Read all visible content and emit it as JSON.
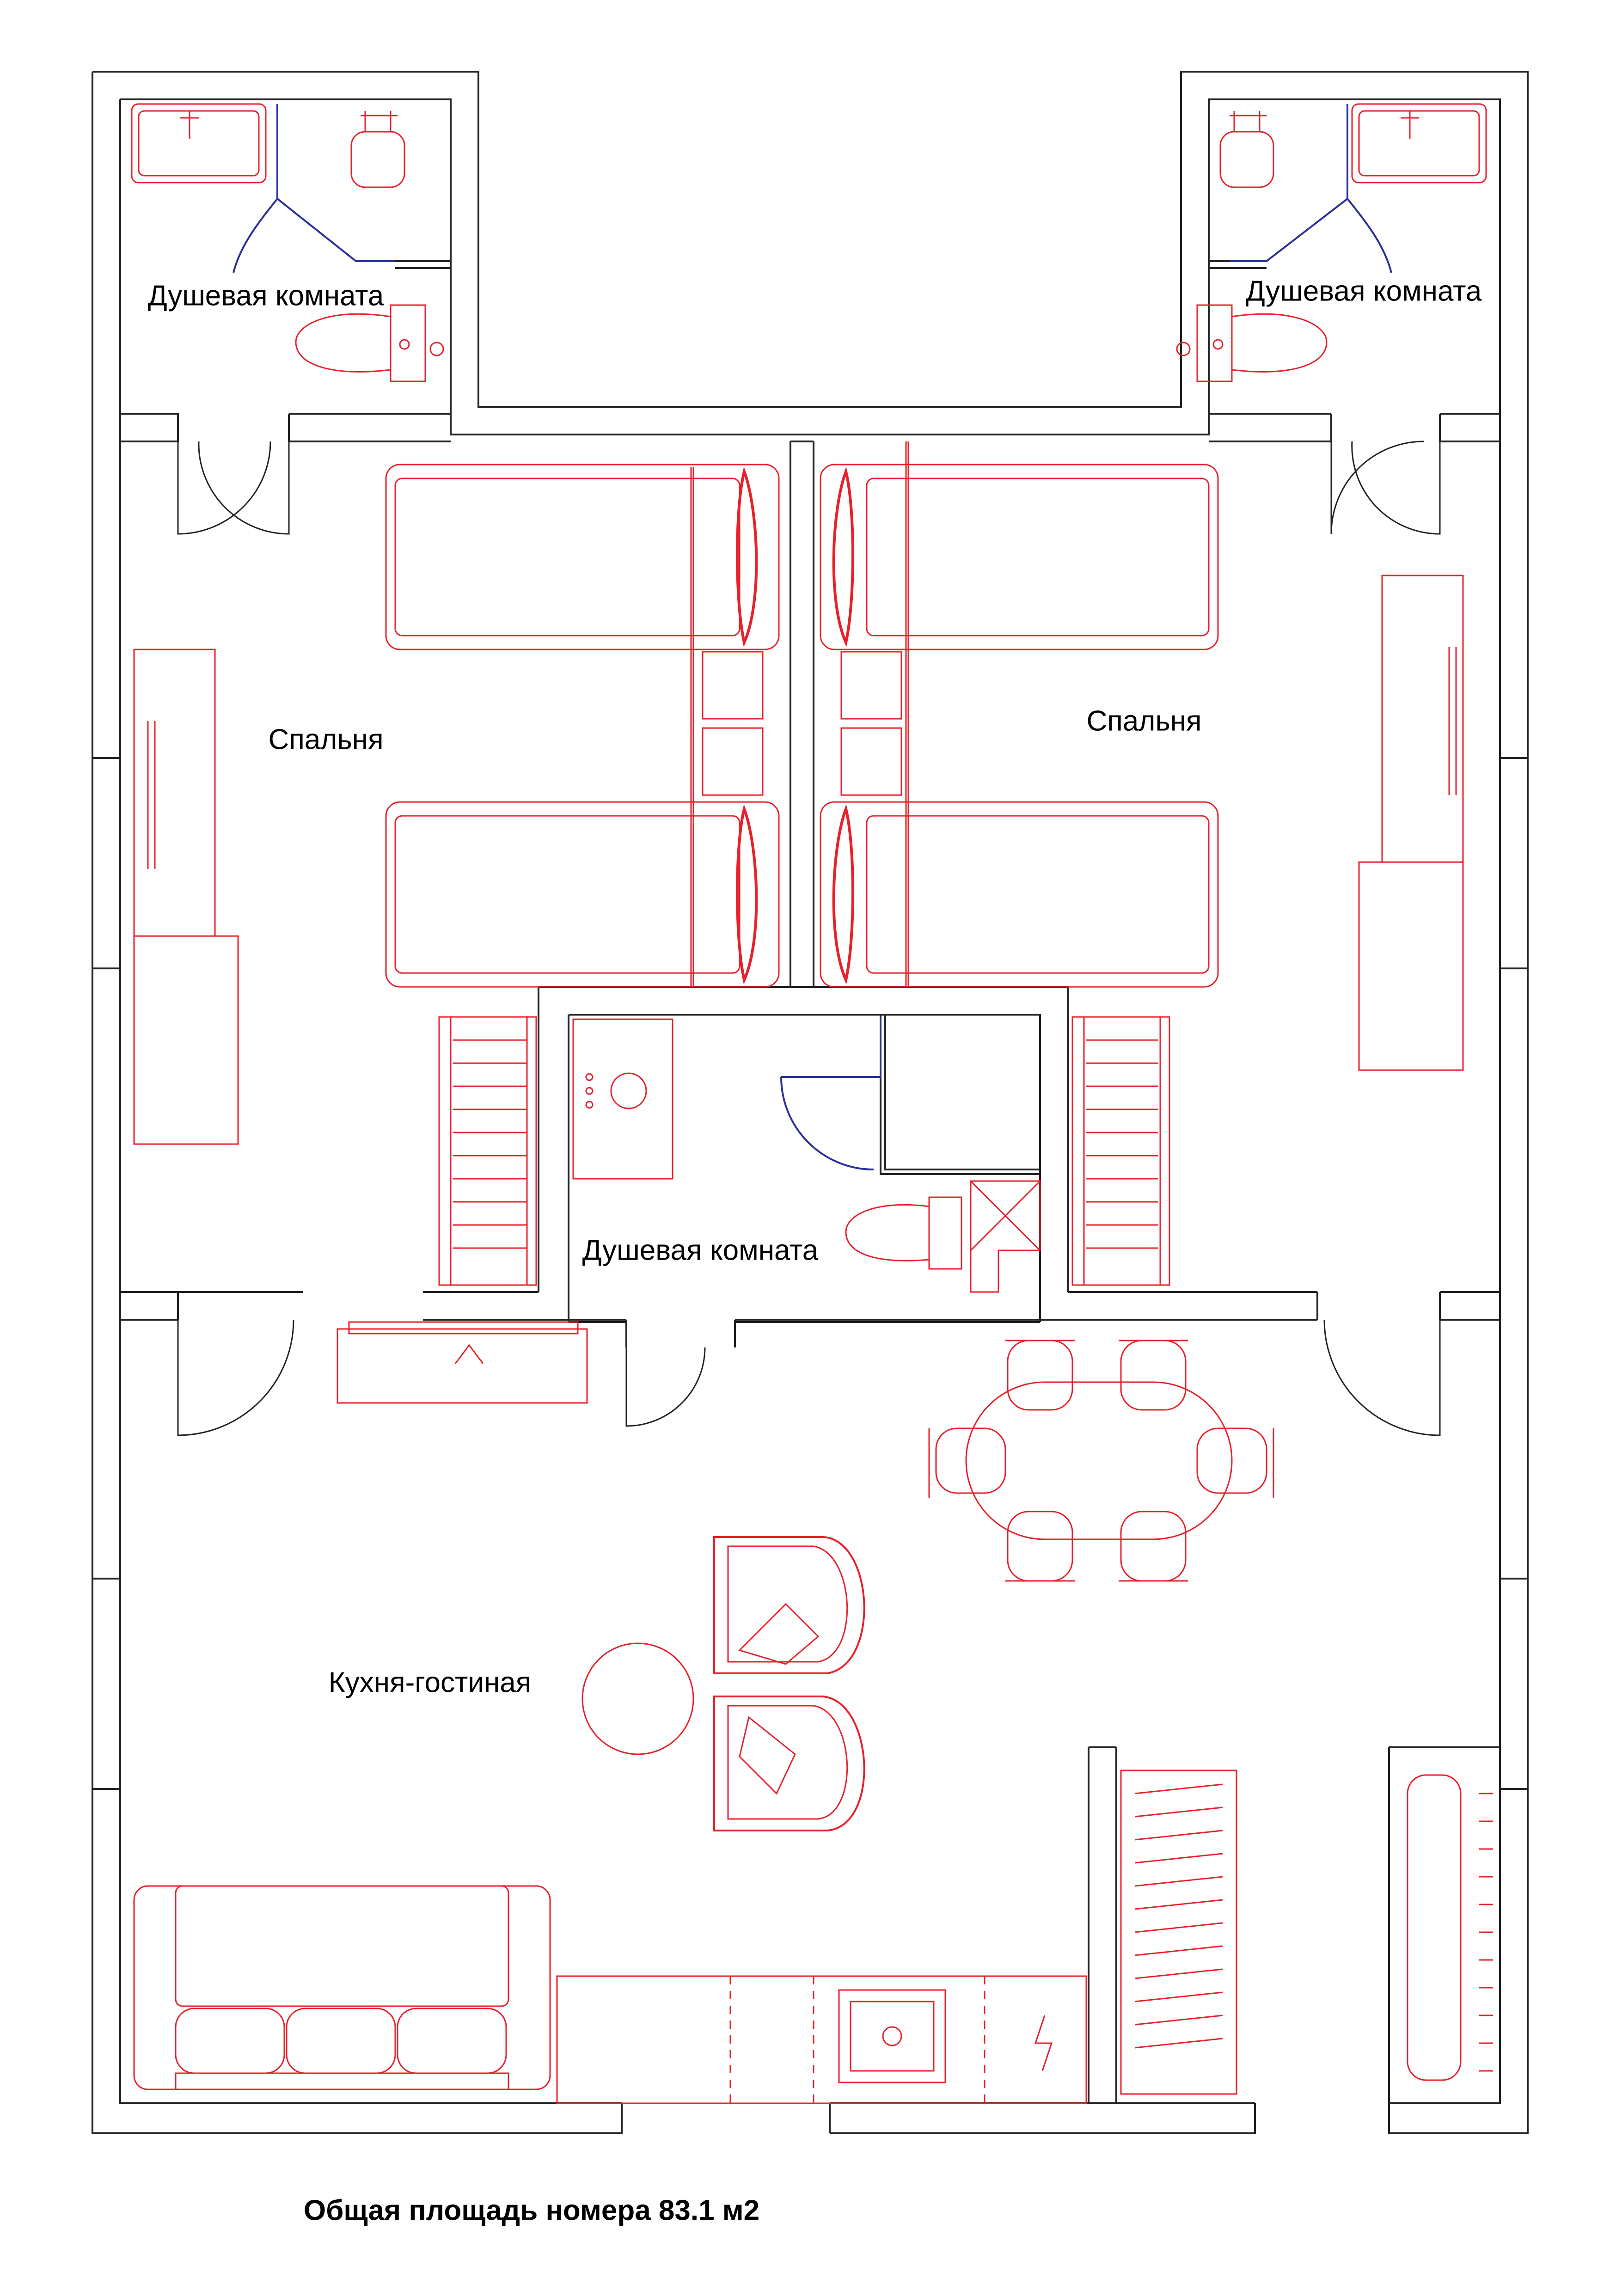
{
  "rooms": {
    "shower_top_left": "Душевая комната",
    "shower_top_right": "Душевая комната",
    "bedroom_left": "Спальня",
    "bedroom_right": "Спальня",
    "shower_center": "Душевая комната",
    "living_kitchen": "Кухня-гостиная"
  },
  "footer": {
    "area_note": "Общая площадь номера 83.1 м2"
  },
  "colors": {
    "wall": "#222222",
    "furniture": "#e8202a",
    "door_glass": "#2a2f9a",
    "background": "#ffffff"
  }
}
